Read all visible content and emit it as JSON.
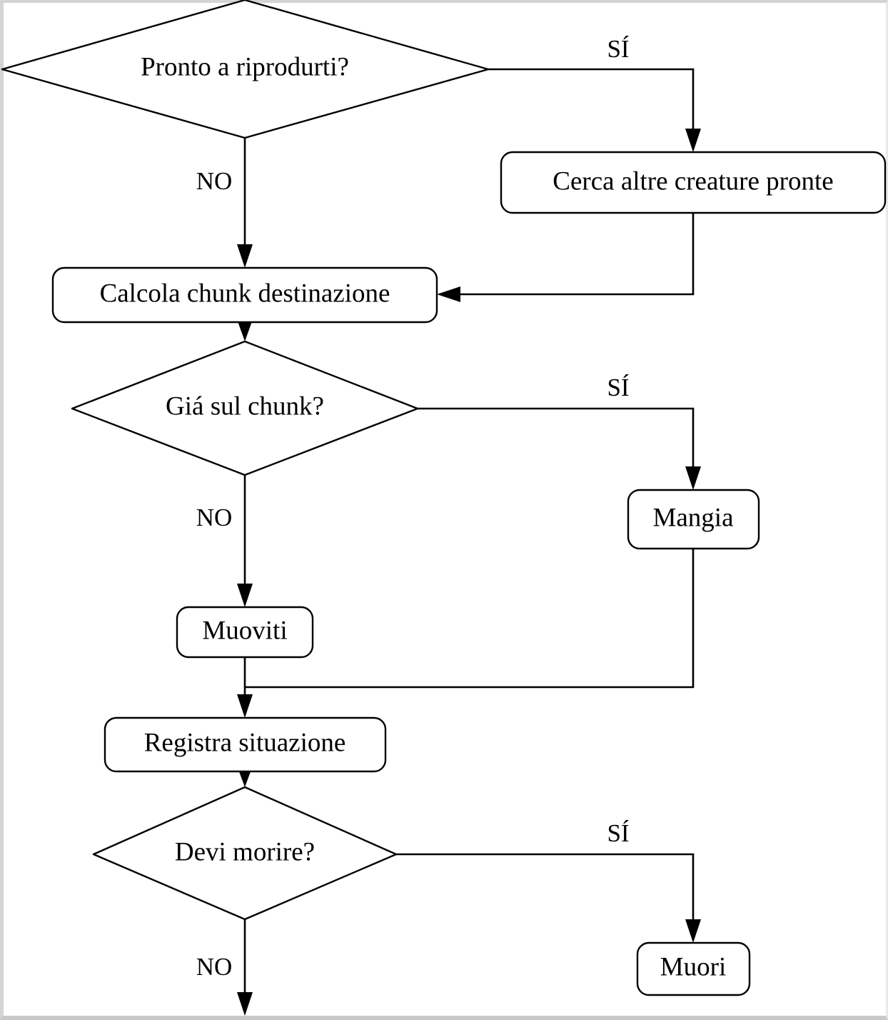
{
  "diagram": {
    "title": "Creature lifecycle flowchart",
    "language": "it",
    "type": "flowchart",
    "background_color": "#ffffff",
    "line_color": "#000000",
    "border_color": "#d4d4d4",
    "nodes": {
      "pronto_a_riprodurti": {
        "label": "Pronto a riprodurti?",
        "shape": "diamond"
      },
      "cerca_altre_creature_pronte": {
        "label": "Cerca altre creature pronte",
        "shape": "rounded-rect"
      },
      "calcola_chunk_destinazione": {
        "label": "Calcola chunk destinazione",
        "shape": "rounded-rect"
      },
      "gia_sul_chunk": {
        "label": "Giá sul chunk?",
        "shape": "diamond"
      },
      "mangia": {
        "label": "Mangia",
        "shape": "rounded-rect"
      },
      "muoviti": {
        "label": "Muoviti",
        "shape": "rounded-rect"
      },
      "registra_situazione": {
        "label": "Registra situazione",
        "shape": "rounded-rect"
      },
      "devi_morire": {
        "label": "Devi morire?",
        "shape": "diamond"
      },
      "muori": {
        "label": "Muori",
        "shape": "rounded-rect"
      }
    },
    "edge_labels": {
      "pronto_si": "SÍ",
      "pronto_no": "NO",
      "chunk_si": "SÍ",
      "chunk_no": "NO",
      "morire_si": "SÍ",
      "morire_no": "NO"
    }
  }
}
